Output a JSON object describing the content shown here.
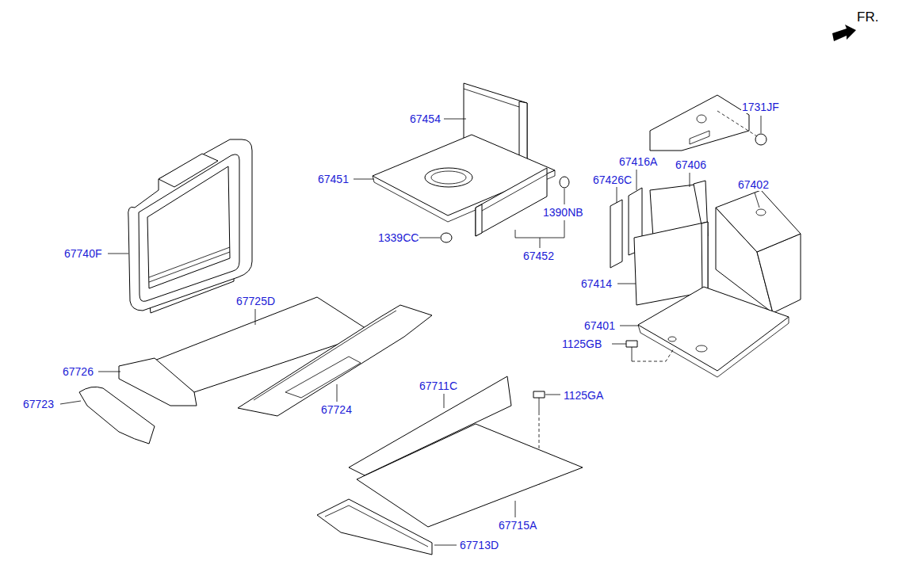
{
  "diagram": {
    "labels": [
      "FR.",
      "67454",
      "1731JF",
      "67451",
      "67416A",
      "67406",
      "67426C",
      "67402",
      "1390NB",
      "1339CC",
      "67452",
      "67740F",
      "67414",
      "67401",
      "1125GB",
      "67725D",
      "67726",
      "67724",
      "67723",
      "67711C",
      "1125GA",
      "67715A",
      "67713D"
    ]
  }
}
